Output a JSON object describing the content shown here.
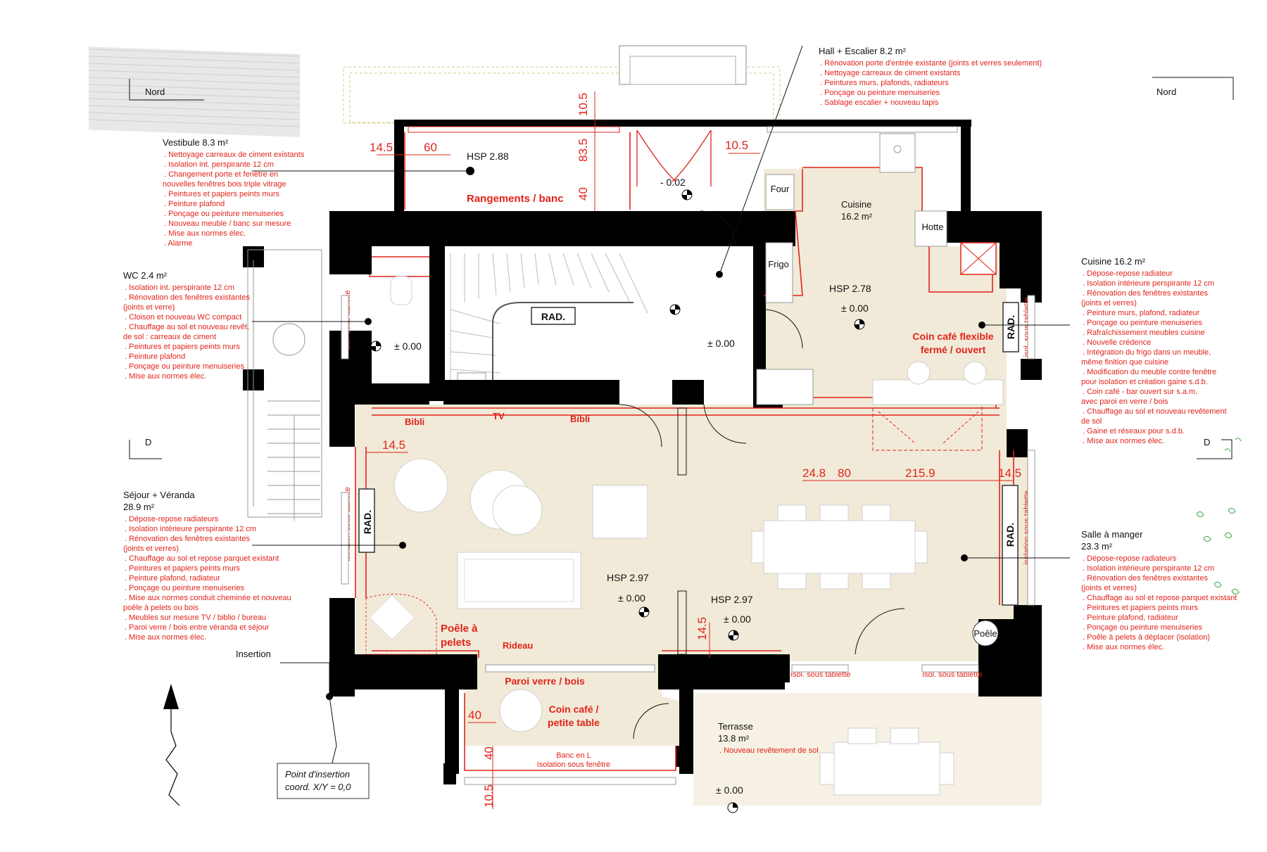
{
  "north": {
    "left": "Nord",
    "right": "Nord"
  },
  "section": {
    "left": "D",
    "right": "D"
  },
  "annotations": {
    "hall": {
      "title": "Hall + Escalier 8.2 m²",
      "notes": [
        ". Rénovation porte d'entrée existante (joints et verres seulement)",
        ". Nettoyage carreaux de ciment existants",
        ". Peintures murs, plafonds, radiateurs",
        ". Ponçage ou peinture menuiseries",
        ". Sablage escalier + nouveau tapis"
      ]
    },
    "vestibule": {
      "title": "Vestibule 8.3 m²",
      "notes": [
        ". Nettoyage carreaux de ciment existants",
        ". Isolation int. perspirante 12 cm",
        ". Changement porte et fenêtre en",
        "nouvelles fenêtres bois triple vitrage",
        ". Peintures et papiers peints murs",
        ". Peinture plafond",
        ". Ponçage ou peinture menuiseries",
        ". Nouveau meuble / banc sur mesure",
        ". Mise aux normes élec.",
        ". Alarme"
      ]
    },
    "wc": {
      "title": "WC 2.4 m²",
      "notes": [
        ". Isolation int. perspirante 12 cm",
        ". Rénovation des fenêtres existantes",
        "(joints et verre)",
        ". Cloison et nouveau WC compact",
        ". Chauffage au sol et nouveau revêt.",
        "de sol : carreaux de ciment",
        ". Peintures et papiers peints murs",
        ". Peinture plafond",
        ". Ponçage ou peinture menuiseries",
        ". Mise aux normes élec."
      ]
    },
    "sejour": {
      "title": "Séjour + Véranda",
      "area": "28.9 m²",
      "notes": [
        ". Dépose-repose radiateurs",
        ". Isolation intérieure perspirante 12 cm",
        ". Rénovation des fenêtres existantes",
        "(joints et verres)",
        ". Chauffage au sol et repose parquet existant",
        ". Peintures et papiers peints murs",
        ". Peinture plafond, radiateur",
        ". Ponçage ou peinture menuiseries",
        ". Mise aux normes conduit cheminée et nouveau",
        "poêle à pelets ou bois",
        ". Meubles sur mesure TV / biblio / bureau",
        ". Paroi verre / bois entre véranda et séjour",
        ". Mise aux normes élec."
      ]
    },
    "cuisine": {
      "title": "Cuisine 16.2 m²",
      "notes": [
        ". Dépose-repose radiateur",
        ". Isolation intérieure perspirante 12 cm",
        ". Rénovation des fenêtres existantes",
        "(joints et verres)",
        ". Peinture murs, plafond, radiateur",
        ". Ponçage ou peinture menuiseries",
        ". Rafraîchissement meubles cuisine",
        ". Nouvelle crédence",
        ". Intégration du frigo dans un meuble,",
        "même finition que cuisine",
        ". Modification du meuble contre fenêtre",
        "pour isolation et création gaine s.d.b.",
        ". Coin café - bar ouvert sur s.a.m.",
        "avec paroi en verre / bois",
        ". Chauffage au sol et nouveau revêtement",
        "de sol",
        ". Gaine et réseaux pour s.d.b.",
        ". Mise aux normes élec."
      ]
    },
    "salle": {
      "title": "Salle à manger",
      "area": "23.3 m²",
      "notes": [
        ". Dépose-repose radiateurs",
        ". Isolation intérieure perspirante 12 cm",
        ". Rénovation des fenêtres existantes",
        "(joints et verres)",
        ". Chauffage au sol et repose parquet existant",
        ". Peintures et papiers peints murs",
        ". Peinture plafond, radiateur",
        ". Ponçage ou peinture menuiseries",
        ". Poêle à pelets à déplacer (isolation)",
        ". Mise aux normes élec."
      ]
    },
    "terrasse": {
      "title": "Terrasse",
      "area": "13.8 m²",
      "notes": [
        ". Nouveau revêtement de sol"
      ]
    }
  },
  "plan_labels": {
    "hsp_vestibule": "HSP 2.88",
    "rangements": "Rangements / banc",
    "level_entry": "- 0.02",
    "four": "Four",
    "cuisine_name": "Cuisine",
    "cuisine_area": "16.2 m²",
    "hotte": "Hotte",
    "frigo": "Frigo",
    "hsp_cuisine": "HSP 2.78",
    "level_cuisine": "± 0.00",
    "coin_cafe_flexible_1": "Coin café flexible",
    "coin_cafe_flexible_2": "fermé / ouvert",
    "rad_stair": "RAD.",
    "level_hall": "± 0.00",
    "level_wc": "± 0.00",
    "bibli_left": "Bibli",
    "tv": "TV",
    "bibli_right": "Bibli",
    "hsp_sejour": "HSP 2.97",
    "level_sejour": "± 0.00",
    "hsp_salle": "HSP 2.97",
    "level_salle": "± 0.00",
    "poele_1": "Poêle à",
    "poele_2": "pelets",
    "rideau": "Rideau",
    "paroi": "Paroi verre / bois",
    "coin_cafe_1": "Coin café /",
    "coin_cafe_2": "petite table",
    "banc_1": "Banc en L",
    "banc_2": "isolation sous fenêtre",
    "poele_salle": "Poêle",
    "level_terrasse": "± 0.00",
    "rad_sejour": "RAD.",
    "rad_salle": "RAD.",
    "rad_cuisine": "RAD.",
    "isol_wc": "isol. sous tablette",
    "isol_sejour": "isolation sous tablette",
    "isol_cuisine": "isol. sous tablette",
    "isol_salle": "isolation sous tablette",
    "isol_bottom_left": "isol. sous tablette",
    "isol_bottom_right": "isol. sous tablette",
    "insertion": "Insertion",
    "insertion_box_1": "Point d'insertion",
    "insertion_box_2": "coord. X/Y = 0,0"
  },
  "dimensions": {
    "d1": "14.5",
    "d2": "60",
    "d3": "10.5",
    "d4": "83.5",
    "d5": "40",
    "d6": "10.5",
    "d7": "14.5",
    "d8": "24.8",
    "d9": "80",
    "d10": "215.9",
    "d11": "14.5",
    "d12": "14.5",
    "d13": "40",
    "d14": "40",
    "d15": "10.5"
  }
}
